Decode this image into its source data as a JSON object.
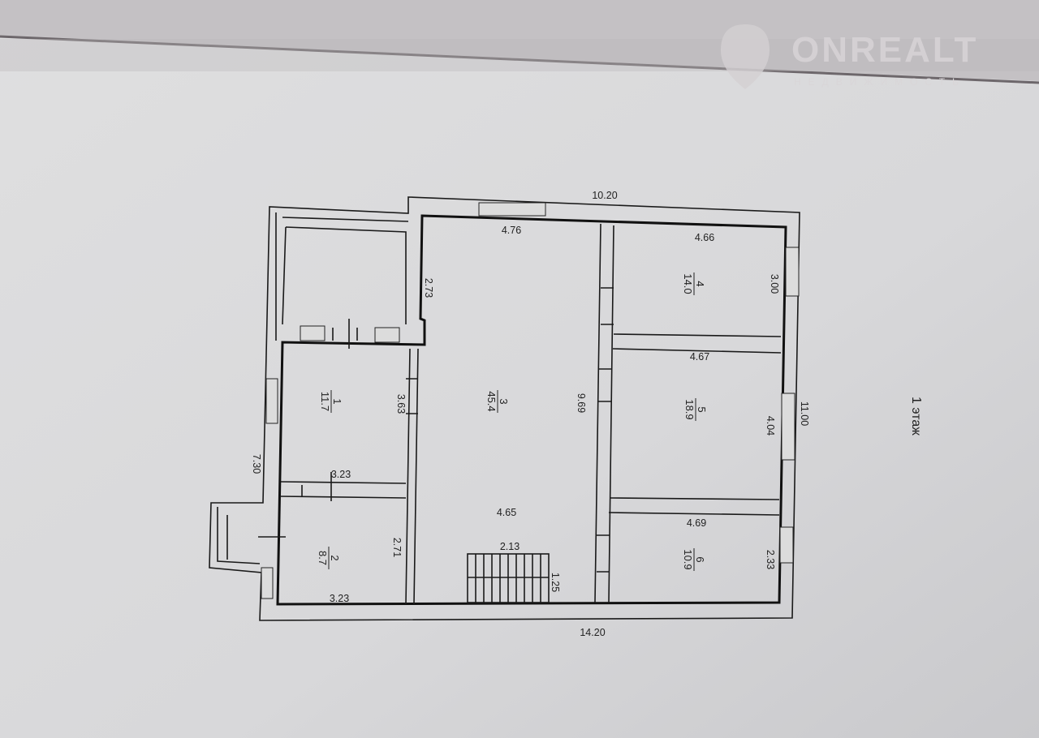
{
  "watermark": {
    "brand": "ONREALT",
    "tagline": "НЕДВИЖИМОСТЬ"
  },
  "floor_label": "1 этаж",
  "rooms": [
    {
      "number": "1",
      "area": "11.7"
    },
    {
      "number": "2",
      "area": "8.7"
    },
    {
      "number": "3",
      "area": "45.4"
    },
    {
      "number": "4",
      "area": "14.0"
    },
    {
      "number": "5",
      "area": "18.9"
    },
    {
      "number": "6",
      "area": "10.9"
    }
  ],
  "dimensions": {
    "outer_top": "10.20",
    "outer_bottom": "14.20",
    "outer_right": "11.00",
    "outer_left": "7.30",
    "hall_top": "4.76",
    "hall_notch": "2.73",
    "hall_length": "9.69",
    "hall_bottom": "4.65",
    "stair_width": "2.13",
    "stair_depth": "1.25",
    "room1_side": "3.63",
    "room1_width": "3.23",
    "room2_side": "2.71",
    "room2_width": "3.23",
    "room4_width": "4.66",
    "room4_side": "3.00",
    "room5_width": "4.67",
    "room5_side": "4.04",
    "room6_width": "4.69",
    "room6_side": "2.33"
  }
}
